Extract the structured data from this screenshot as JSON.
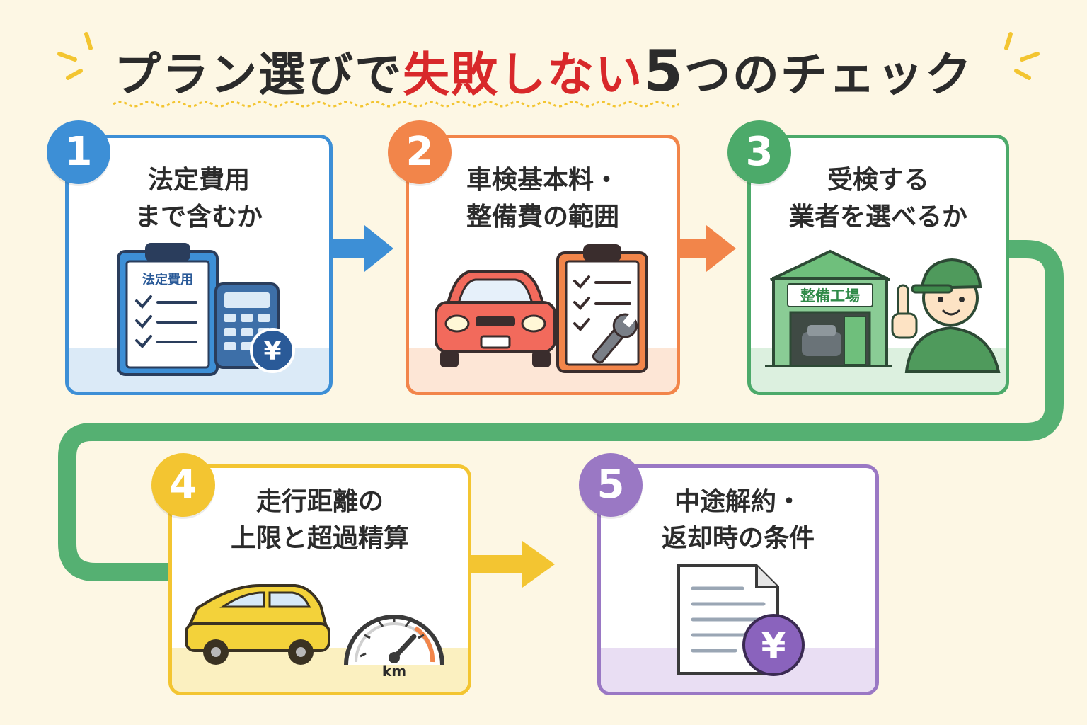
{
  "title": {
    "part1": "プラン選びで",
    "highlight": "失敗しない",
    "number": "5",
    "part2": "つのチェック"
  },
  "colors": {
    "blue": "#3d8fd6",
    "orange": "#f2854a",
    "green": "#4caa6a",
    "yellow": "#f3c531",
    "purple": "#9a78c4",
    "red": "#d8282a",
    "connector": "#55b072"
  },
  "steps": [
    {
      "number": "1",
      "lines": [
        "法定費用",
        "まで含むか"
      ],
      "illustration": "clipboard-calculator",
      "clipboard_label": "法定費用",
      "yen": "¥"
    },
    {
      "number": "2",
      "lines": [
        "車検基本料・",
        "整備費の範囲"
      ],
      "illustration": "car-checklist-wrench"
    },
    {
      "number": "3",
      "lines": [
        "受検する",
        "業者を選べるか"
      ],
      "illustration": "garage-mechanic",
      "garage_sign": "整備工場"
    },
    {
      "number": "4",
      "lines": [
        "走行距離の",
        "上限と超過精算"
      ],
      "illustration": "car-speedometer",
      "speedometer_unit": "km"
    },
    {
      "number": "5",
      "lines": [
        "中途解約・",
        "返却時の条件"
      ],
      "illustration": "document-yen",
      "yen": "¥"
    }
  ]
}
